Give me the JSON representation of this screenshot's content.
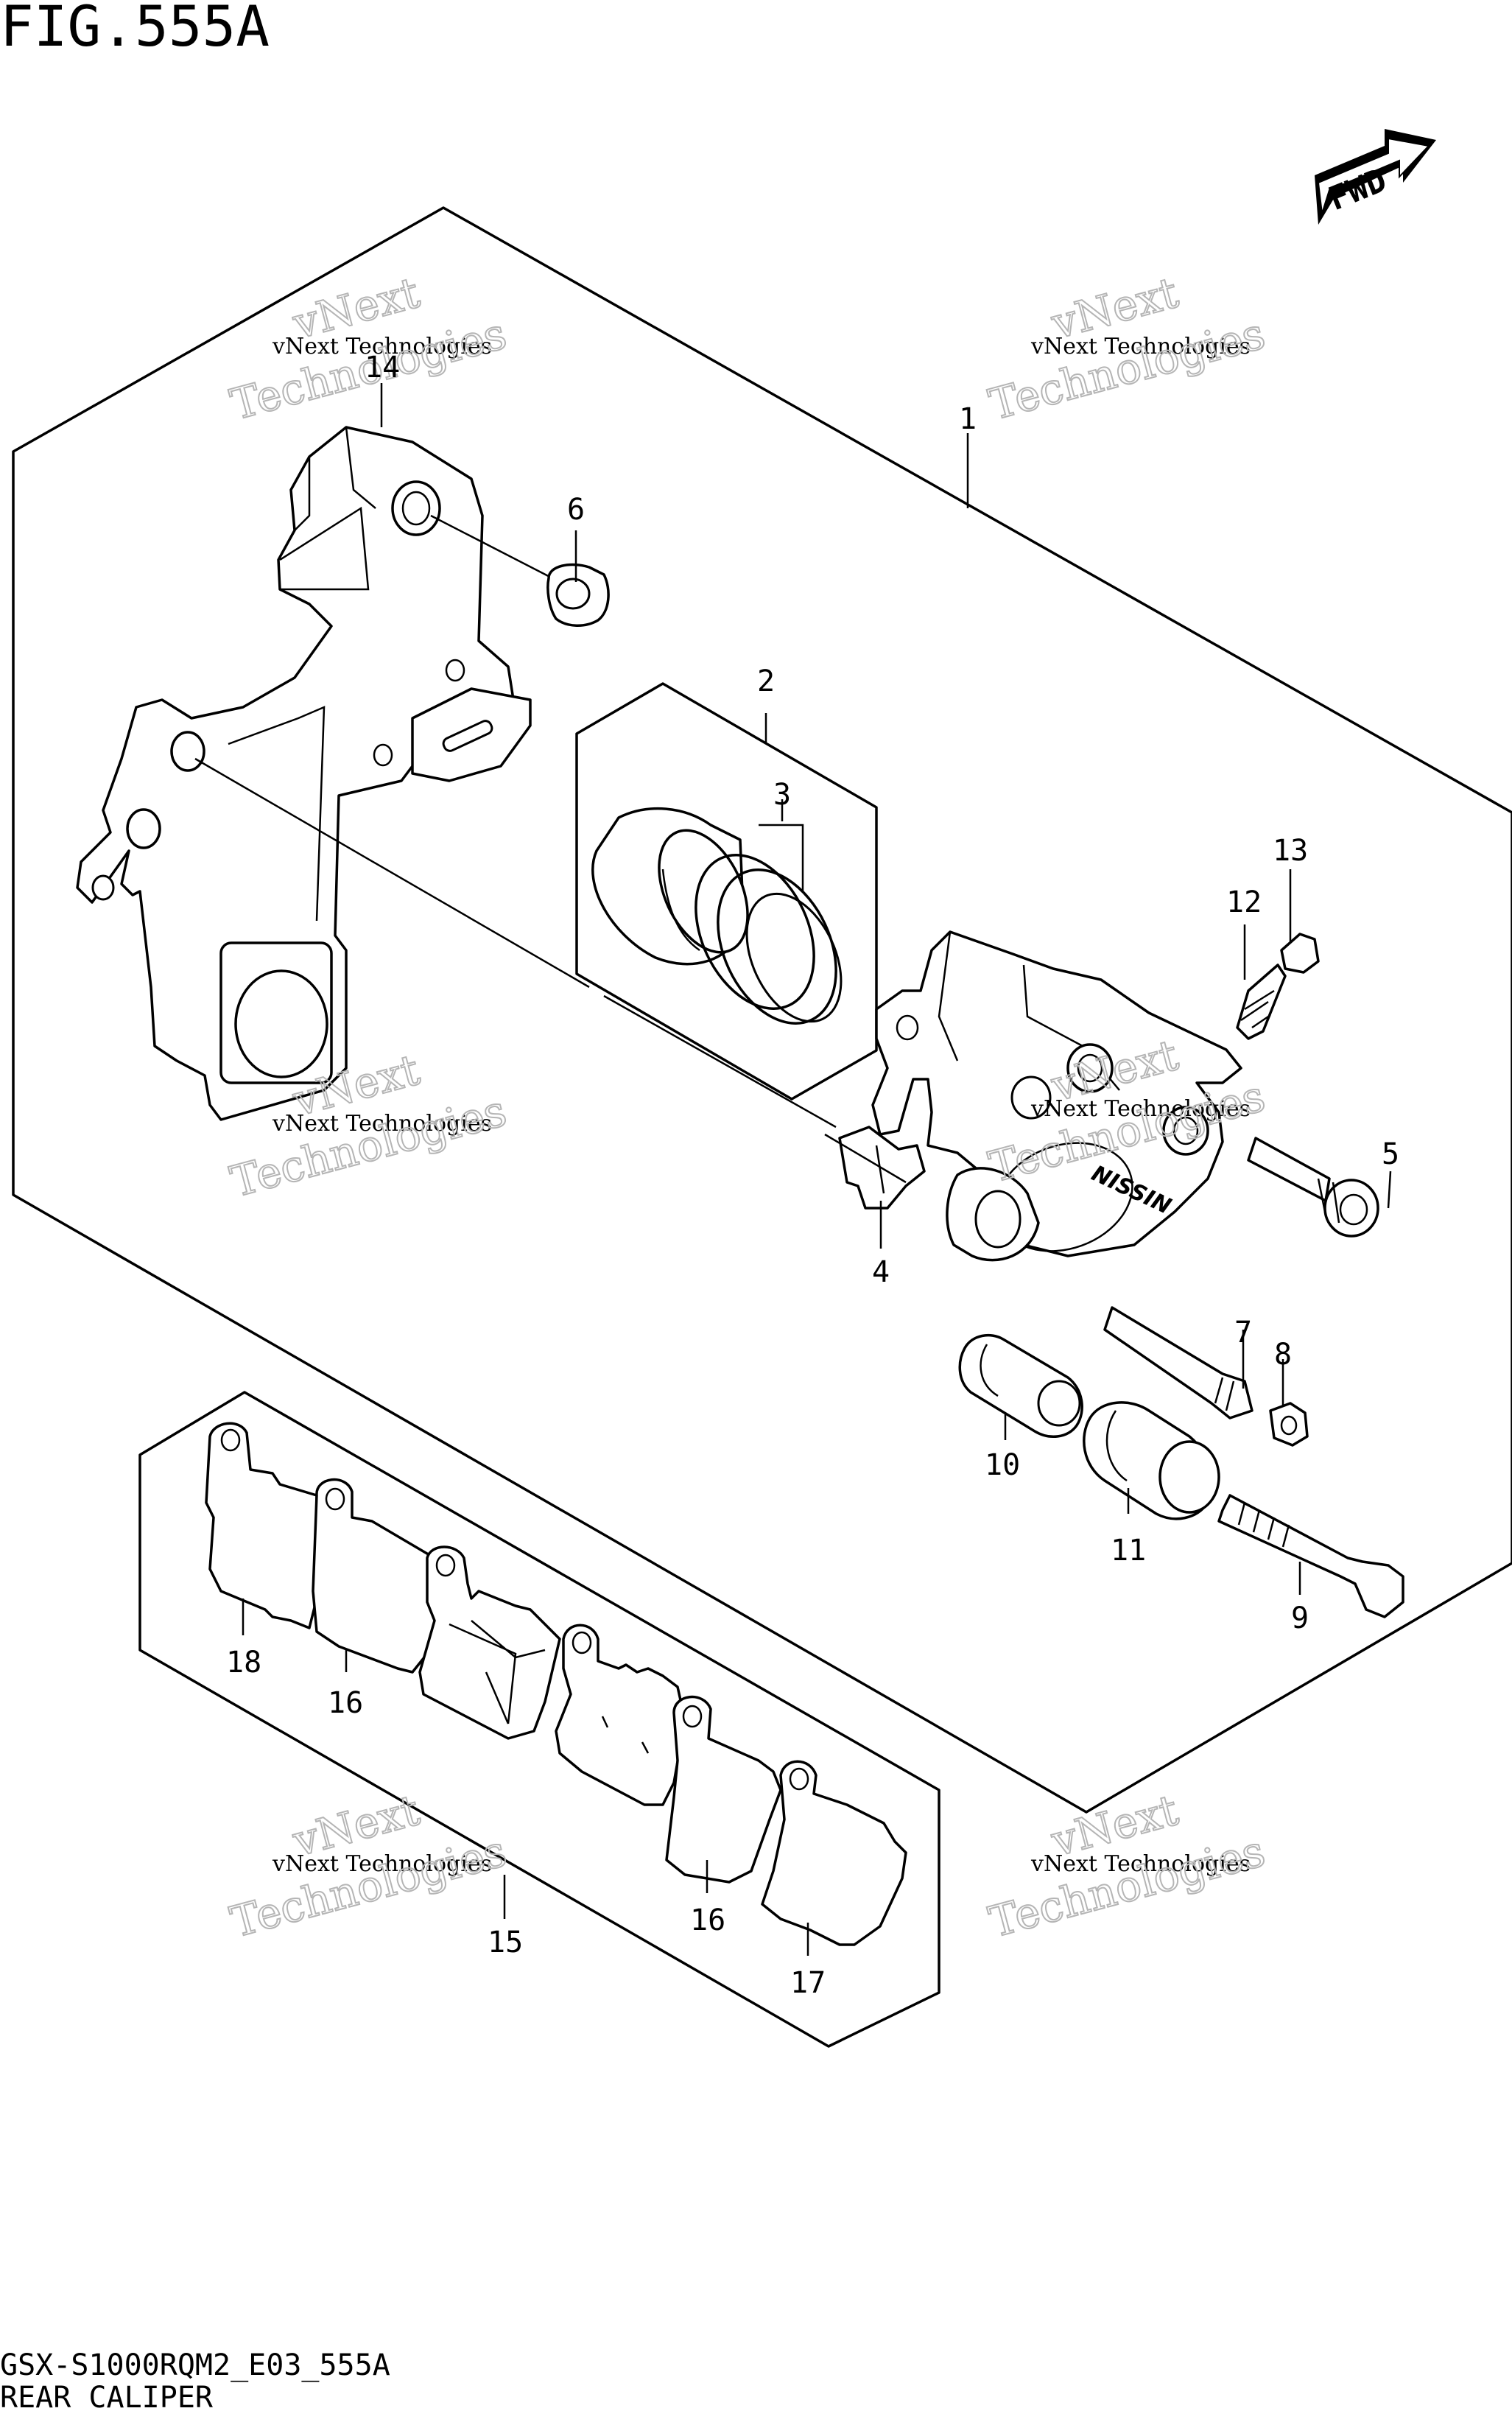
{
  "figure": {
    "id": "FIG.555A"
  },
  "direction": {
    "label": "FWD"
  },
  "footer": {
    "code": "GSX-S1000RQM2_E03_555A",
    "title": "REAR CALIPER"
  },
  "watermark": {
    "line1": "vNext Technologies",
    "line2": "vNext",
    "line3": "Technologies"
  },
  "callouts": [
    "1",
    "2",
    "3",
    "4",
    "5",
    "6",
    "7",
    "8",
    "9",
    "10",
    "11",
    "12",
    "13",
    "14",
    "15",
    "16",
    "16",
    "17",
    "18"
  ]
}
